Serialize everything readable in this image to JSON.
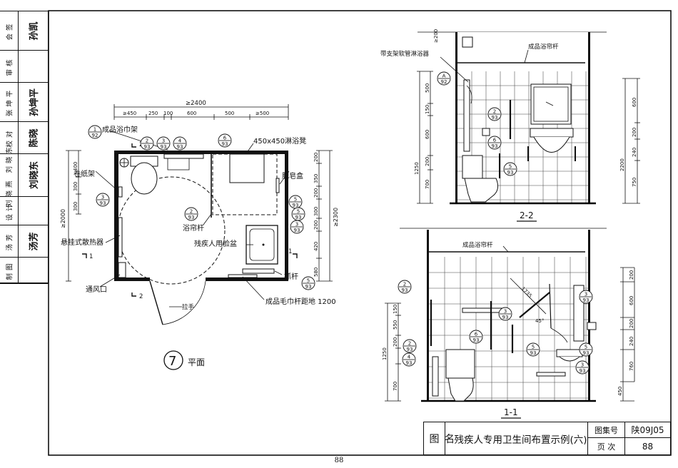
{
  "sheet": {
    "page_number": "88"
  },
  "left_strip": [
    {
      "role": "会签",
      "sign": "孙凯"
    },
    {
      "role": "审核",
      "sign": ""
    },
    {
      "role": "张坤平",
      "sign": "孙坤平"
    },
    {
      "role": "校对",
      "sign": "陈晓"
    },
    {
      "role": "刘晓燕 刘晓东",
      "sign": "刘晓东"
    },
    {
      "role": "设计",
      "sign": ""
    },
    {
      "role": "汤芳",
      "sign": "汤芳"
    },
    {
      "role": "制图",
      "sign": ""
    }
  ],
  "plan": {
    "title_number": "7",
    "title": "平面",
    "labels": {
      "towel_rack": "成品浴巾架",
      "shower_seat": "450x450淋浴凳",
      "paper_holder": "卷纸架",
      "soap_dish": "肥皂盒",
      "curtain_rod": "浴帘杆",
      "radiator": "悬挂式散热器",
      "basin": "残疾人用脸盆",
      "grab_bar": "抓杆",
      "vent": "通风口",
      "pull_handle": "拉手",
      "towel_rod": "成品毛巾杆距地 1200"
    },
    "top_overall": "≥2400",
    "top_dims": [
      "≥450",
      "250",
      "100",
      "600",
      "500",
      "≥500"
    ],
    "left_overall": "≥2000",
    "left_dims": [
      "400",
      "300",
      "300"
    ],
    "right_overall": "≥2300",
    "right_dims": [
      "200",
      "350",
      "200",
      "300",
      "200",
      "420",
      "580"
    ],
    "section_marks": {
      "s1": "1",
      "s2": "2"
    },
    "ref_symbols": [
      "1/92",
      "2/93",
      "3/93",
      "4/93",
      "6/93",
      "3/93",
      "5/93",
      "5/93",
      "3/93",
      "2/93",
      "5/93"
    ]
  },
  "elev22": {
    "title": "2-2",
    "labels": {
      "shower": "带支架软管淋浴器",
      "curtain_rod": "成品浴帘杆"
    },
    "top_dim": "≥200",
    "left_dims": [
      "500",
      "150",
      "600",
      "200",
      "700"
    ],
    "left_overall": "1250",
    "right_dims": [
      "600",
      "200",
      "240",
      "750"
    ],
    "right_overall": "2200",
    "ref_symbols": [
      "A/92",
      "2/93",
      "6/93",
      "5/93"
    ]
  },
  "elev11": {
    "title": "1-1",
    "labels": {
      "curtain_rod": "成品浴帘杆",
      "angle_dim": "1735",
      "angle": "45°"
    },
    "left_dims": [
      "150",
      "550",
      "200",
      "700"
    ],
    "left_overall": "1250",
    "right_dims": [
      "200",
      "600",
      "200",
      "240",
      "760",
      "450"
    ],
    "ref_symbols": [
      "2/93",
      "3/93",
      "2/93",
      "4/93",
      "6/93",
      "5/93",
      "3/93",
      "5/93",
      "3/93"
    ]
  },
  "title_block": {
    "figure_label": "图",
    "name_label": "名",
    "name": "残疾人专用卫生间布置示例(六)",
    "atlas_label": "图集号",
    "atlas_no": "陕09J05",
    "page_label": "页 次",
    "page_no": "88"
  }
}
